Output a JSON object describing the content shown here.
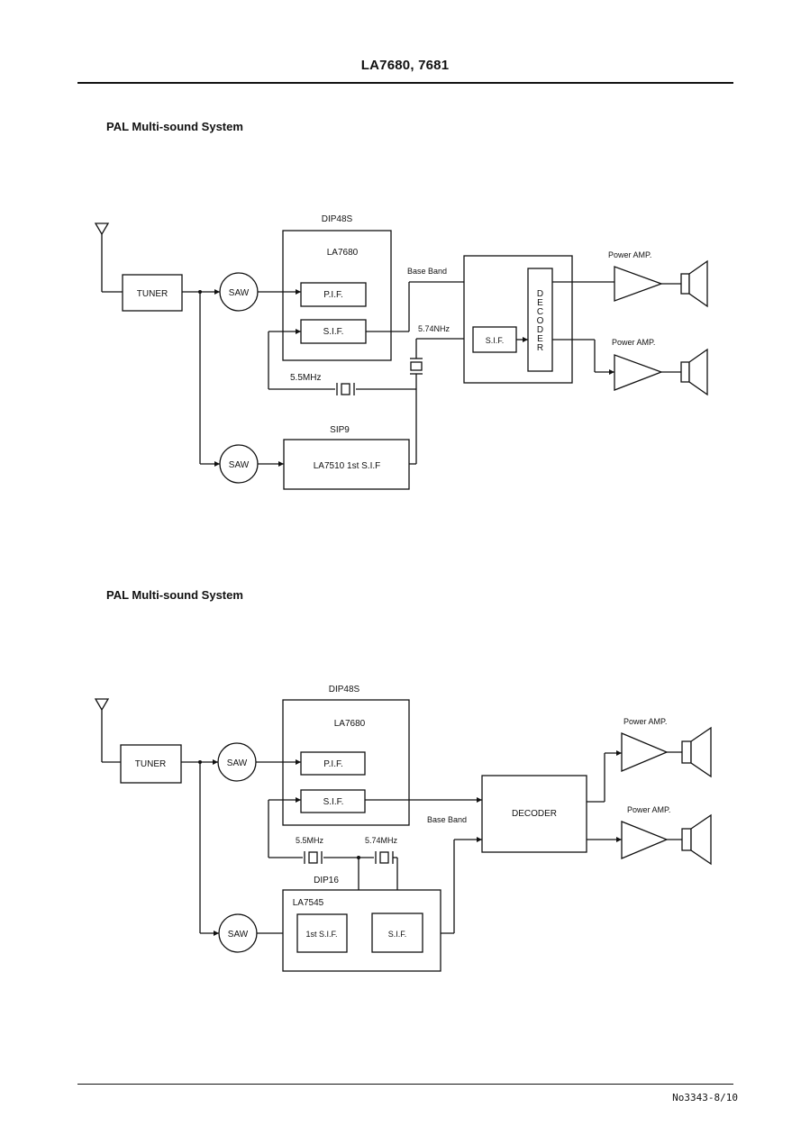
{
  "header": {
    "title": "LA7680, 7681"
  },
  "footer": {
    "page_number": "No3343-8/10"
  },
  "diagram1": {
    "title": "PAL Multi-sound System",
    "dip_label": "DIP48S",
    "ic_label": "LA7680",
    "tuner": "TUNER",
    "saw_top": "SAW",
    "saw_bottom": "SAW",
    "pif": "P.I.F.",
    "sif": "S.I.F.",
    "base_band": "Base Band",
    "freq_574": "5.74NHz",
    "freq_55": "5.5MHz",
    "decoder_sif": "S.I.F.",
    "decoder_letters": [
      "D",
      "E",
      "C",
      "O",
      "D",
      "E",
      "R"
    ],
    "power_amp_top": "Power AMP.",
    "power_amp_bottom": "Power AMP.",
    "sip_label": "SIP9",
    "sip_box": "LA7510   1st S.I.F"
  },
  "diagram2": {
    "title": "PAL Multi-sound System",
    "dip_label": "DIP48S",
    "ic_label": "LA7680",
    "tuner": "TUNER",
    "saw_top": "SAW",
    "saw_bottom": "SAW",
    "pif": "P.I.F.",
    "sif": "S.I.F.",
    "base_band": "Base Band",
    "decoder": "DECODER",
    "freq_55": "5.5MHz",
    "freq_574": "5.74MHz",
    "dip16_label": "DIP16",
    "ic2_label": "LA7545",
    "first_sif": "1st S.I.F.",
    "sif2": "S.I.F.",
    "power_amp_top": "Power AMP.",
    "power_amp_bottom": "Power AMP."
  }
}
